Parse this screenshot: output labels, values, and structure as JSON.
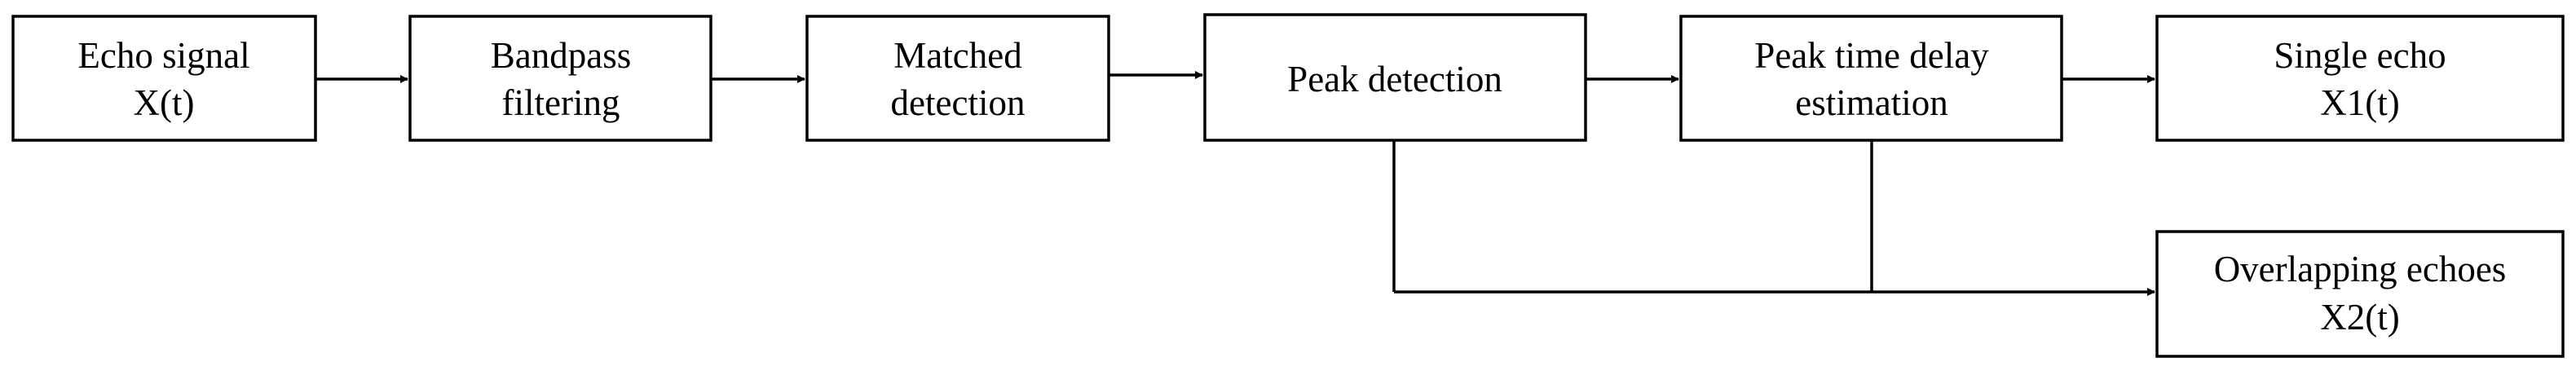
{
  "diagram": {
    "nodes": {
      "echo_signal": [
        "Echo signal",
        "X(t)"
      ],
      "bandpass": [
        "Bandpass",
        "filtering"
      ],
      "matched": [
        "Matched",
        "detection"
      ],
      "peak_detection": [
        "Peak detection"
      ],
      "peak_delay": [
        "Peak time delay",
        "estimation"
      ],
      "single_echo": [
        "Single echo",
        "X1(t)"
      ],
      "overlapping": [
        "Overlapping echoes",
        "X2(t)"
      ]
    },
    "colors": {
      "stroke": "#000000",
      "fill": "#ffffff",
      "text": "#000000"
    }
  }
}
